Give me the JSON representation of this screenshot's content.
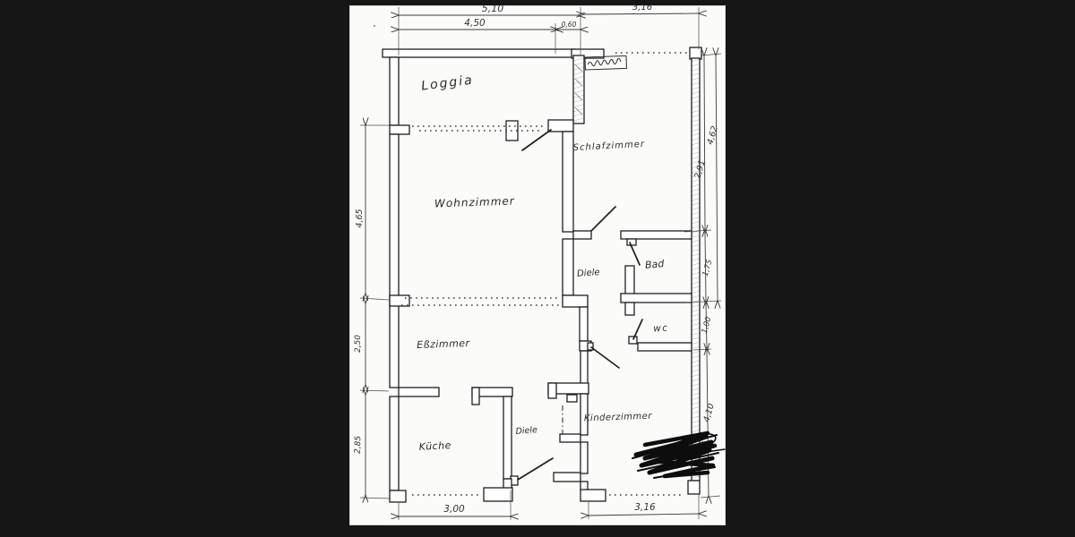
{
  "document": {
    "kind": "hand-drawn apartment floor plan sketch",
    "language": "de",
    "paper_color": "#fbfbf9",
    "ink_color": "#1f1f1f",
    "background_color": "#161616"
  },
  "rooms": [
    {
      "id": "loggia",
      "label": "Loggia"
    },
    {
      "id": "wohnzimmer",
      "label": "Wohnzimmer"
    },
    {
      "id": "schlafzimmer",
      "label": "Schlafzimmer"
    },
    {
      "id": "diele-upper",
      "label": "Diele"
    },
    {
      "id": "bad",
      "label": "Bad"
    },
    {
      "id": "wc",
      "label": "wc"
    },
    {
      "id": "esszimmer",
      "label": "Eßzimmer"
    },
    {
      "id": "kueche",
      "label": "Küche"
    },
    {
      "id": "diele-lower",
      "label": "Diele"
    },
    {
      "id": "kinderzimmer",
      "label": "Kinderzimmer"
    }
  ],
  "dimensions": {
    "top": {
      "overall_left": "5,10",
      "overall_right": "3,16",
      "sub_left": "4,50",
      "sub_small": "0,60"
    },
    "left": {
      "upper": "4,65",
      "middle": "2,50",
      "lower": "2,85"
    },
    "bottom": {
      "left": "3,00",
      "right": "3,16"
    },
    "right": {
      "inner_top": "2,91",
      "outer": "4,62",
      "inner_mid": "1,75",
      "inner_small": "1,00",
      "inner_bottom": "4,10"
    }
  }
}
